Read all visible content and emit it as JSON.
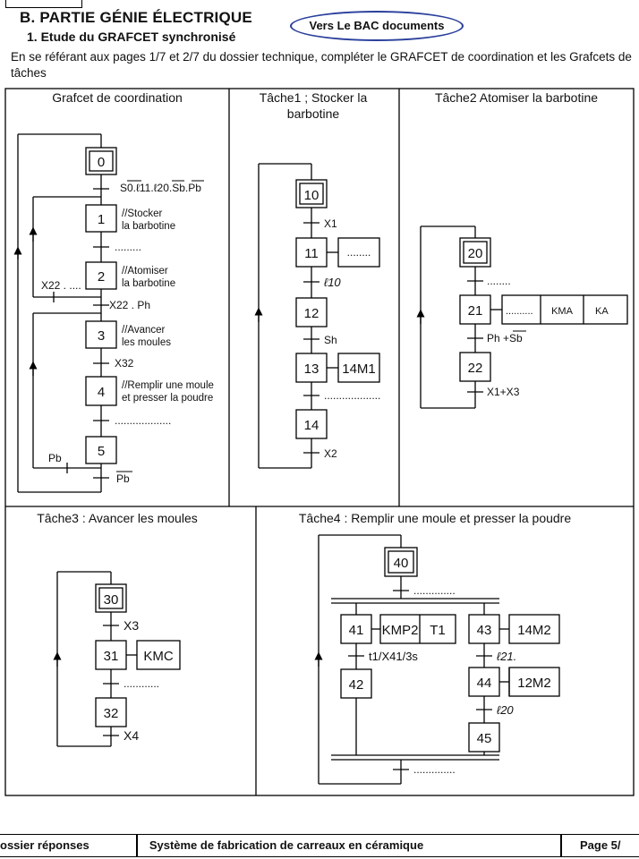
{
  "header": {
    "section_title": "B. PARTIE GÉNIE ÉLECTRIQUE",
    "badge": "Vers Le BAC documents",
    "subsection_title": "1. Etude du GRAFCET synchronisé",
    "instruction": "En se référant aux pages 1/7 et 2/7 du dossier technique, compléter le GRAFCET de coordination et les Grafcets de tâches"
  },
  "panels": {
    "coordination": {
      "title": "Grafcet de coordination",
      "steps": [
        "0",
        "1",
        "2",
        "3",
        "4",
        "5"
      ],
      "actions": {
        "s1_line1": "//Stocker",
        "s1_line2": "la barbotine",
        "s2_line1": "//Atomiser",
        "s2_line2": "la barbotine",
        "s3_line1": "//Avancer",
        "s3_line2": "les moules",
        "s4_line1": "//Remplir une moule",
        "s4_line2": "et presser la poudre"
      },
      "transitions": {
        "t0": "S0.ℓ11.ℓ20.Sb.Pb",
        "t1": ".........",
        "t2": "X22 . Ph",
        "t2_loop": "X22 . ....",
        "t3": "X32",
        "t4": "...................",
        "t5": "Pb",
        "t5_loop": "Pb"
      }
    },
    "task1": {
      "title_line1": "Tâche1 ; Stocker la",
      "title_line2": "barbotine",
      "steps": [
        "10",
        "11",
        "12",
        "13",
        "14"
      ],
      "actions": {
        "s11": "........",
        "s13": "14M1"
      },
      "transitions": {
        "t10": "X1",
        "t11": "ℓ10",
        "t12": "Sh",
        "t13": "...................",
        "t14": "X2"
      }
    },
    "task2": {
      "title": "Tâche2  Atomiser la barbotine",
      "steps": [
        "20",
        "21",
        "22"
      ],
      "actions": {
        "s21_a": "..........",
        "s21_b": "KMA",
        "s21_c": "KA"
      },
      "transitions": {
        "t20": "........",
        "t21": "Ph +Sb",
        "t22": "X1+X3"
      }
    },
    "task3": {
      "title": "Tâche3 : Avancer les moules",
      "steps": [
        "30",
        "31",
        "32"
      ],
      "actions": {
        "s31": "KMC"
      },
      "transitions": {
        "t30": "X3",
        "t31": "............",
        "t32": "X4"
      }
    },
    "task4": {
      "title": "Tâche4 : Remplir une moule et presser la poudre",
      "steps": [
        "40",
        "41",
        "42",
        "43",
        "44",
        "45"
      ],
      "actions": {
        "s41_a": "KMP2",
        "s41_b": "T1",
        "s43": "14M2",
        "s44": "12M2"
      },
      "transitions": {
        "t40": "..............",
        "t41": "t1/X41/3s",
        "t43": "ℓ21.",
        "t44": "ℓ20",
        "t_end": ".............."
      }
    }
  },
  "footer": {
    "left": "ossier réponses",
    "center": "Système de fabrication de carreaux en céramique",
    "right": "Page 5/"
  }
}
